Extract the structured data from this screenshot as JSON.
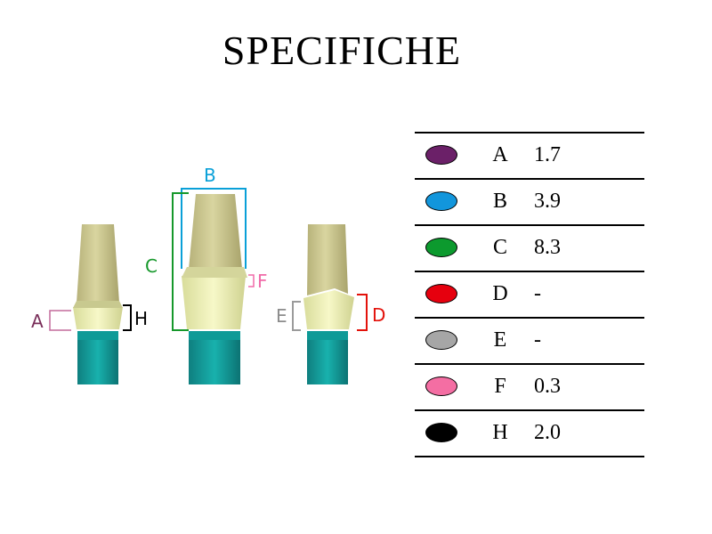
{
  "title": "SPECIFICHE",
  "diagram": {
    "labels": {
      "A": {
        "text": "A",
        "color": "#7a2f5a"
      },
      "B": {
        "text": "B",
        "color": "#0aa0d8"
      },
      "C": {
        "text": "C",
        "color": "#16982b"
      },
      "D": {
        "text": "D",
        "color": "#e3120b"
      },
      "E": {
        "text": "E",
        "color": "#8c8c8c"
      },
      "F": {
        "text": "F",
        "color": "#f06aa8"
      },
      "H": {
        "text": "H",
        "color": "#000000"
      }
    }
  },
  "spec_table": [
    {
      "letter": "A",
      "value": "1.7",
      "color": "#6b2068"
    },
    {
      "letter": "B",
      "value": "3.9",
      "color": "#1296dc"
    },
    {
      "letter": "C",
      "value": "8.3",
      "color": "#0c9a2e"
    },
    {
      "letter": "D",
      "value": "-",
      "color": "#e6000e"
    },
    {
      "letter": "E",
      "value": "-",
      "color": "#a6a6a6"
    },
    {
      "letter": "F",
      "value": "0.3",
      "color": "#f46ea3"
    },
    {
      "letter": "H",
      "value": "2.0",
      "color": "#000000"
    }
  ]
}
